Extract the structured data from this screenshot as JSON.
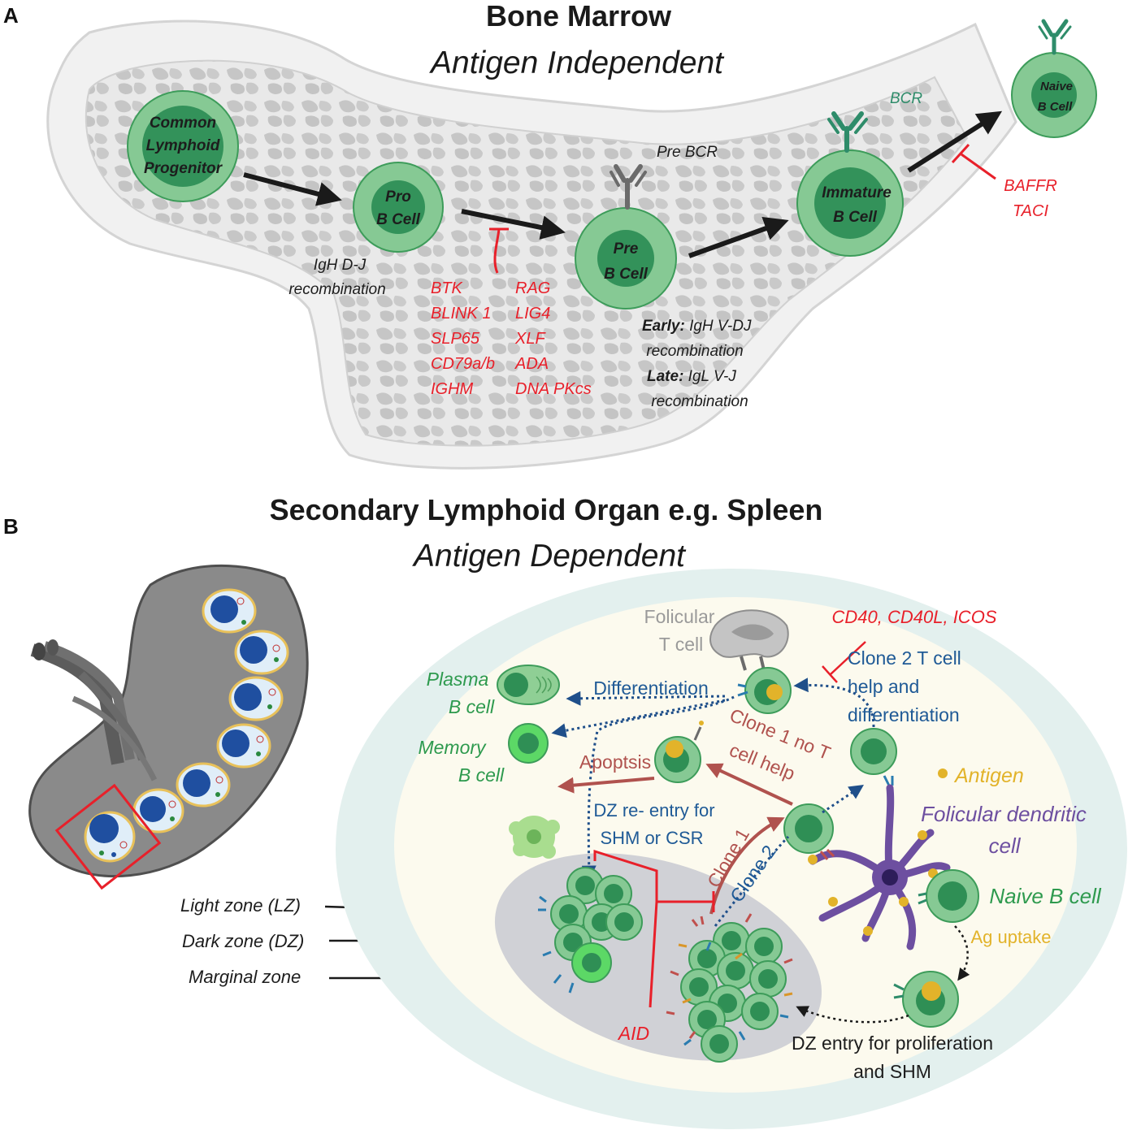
{
  "panel_a": {
    "letter": "A",
    "title": "Bone Marrow",
    "subtitle": "Antigen Independent",
    "cells": {
      "clp": [
        "Common",
        "Lymphoid",
        "Progenitor"
      ],
      "pro": [
        "Pro",
        "B Cell"
      ],
      "pre": [
        "Pre",
        "B Cell"
      ],
      "immature": [
        "Immature",
        "B Cell"
      ],
      "naive": [
        "Naive",
        "B Cell"
      ]
    },
    "pre_bcr_label": "Pre BCR",
    "bcr_label": "BCR",
    "igh_dj": [
      "IgH D-J",
      "recombination"
    ],
    "genes_left": [
      "BTK",
      "BLINK 1",
      "SLP65",
      "CD79a/b",
      "IGHM"
    ],
    "genes_right": [
      "RAG",
      "LIG4",
      "XLF",
      "ADA",
      "DNA PKcs"
    ],
    "early_bold": "Early:",
    "early_text": " IgH V-DJ",
    "early_line2": "recombination",
    "late_bold": "Late:",
    "late_text": " IgL V-J",
    "late_line2": "recombination",
    "baffr": [
      "BAFFR",
      "TACI"
    ]
  },
  "panel_b": {
    "letter": "B",
    "title": "Secondary Lymphoid Organ e.g. Spleen",
    "subtitle": "Antigen Dependent",
    "zones": [
      "Light zone (LZ)",
      "Dark zone (DZ)",
      "Marginal zone"
    ],
    "follicular_t": [
      "Folicular",
      "T cell"
    ],
    "cd40": "CD40, CD40L, ICOS",
    "clone2_help": [
      "Clone 2 T cell",
      "help and",
      "differentiation"
    ],
    "plasma": [
      "Plasma",
      "B cell"
    ],
    "memory": [
      "Memory",
      "B cell"
    ],
    "differentiation": "Differentiation",
    "apoptosis": "Apoptsis",
    "clone1_no_help": [
      "Clone 1 no T",
      "cell help"
    ],
    "antigen": "Antigen",
    "fdc": [
      "Folicular dendritic",
      "cell"
    ],
    "dz_reentry": [
      "DZ re- entry for",
      "SHM or CSR"
    ],
    "clone1": "Clone 1",
    "clone2": "Clone 2",
    "naive_b": "Naive B cell",
    "ag_uptake": "Ag uptake",
    "aid": "AID",
    "dz_entry": [
      "DZ entry for proliferation",
      "and SHM"
    ]
  },
  "colors": {
    "cell_outer": "#86c994",
    "cell_inner": "#2f8f55",
    "inhibitor_red": "#e8202a",
    "blue_text": "#1f5a96",
    "green_text": "#2e9a4e",
    "rust_text": "#b0524e",
    "purple_fdc": "#6d4fa0",
    "antigen_yellow": "#e2b32a"
  }
}
